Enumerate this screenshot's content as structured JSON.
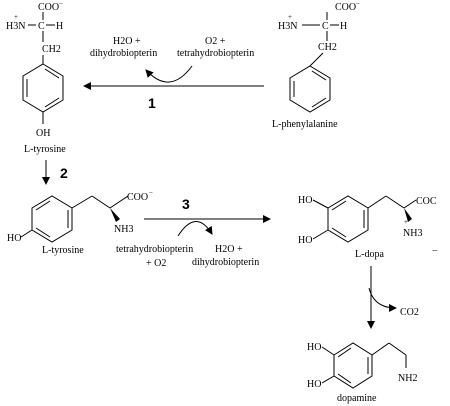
{
  "molecules": {
    "phenylalanine": {
      "coo": "COO",
      "coo_charge": "−",
      "h3n": "H3N",
      "h3n_charge": "+",
      "alpha_c": "C",
      "h": "H",
      "ch2": "CH2",
      "name": "L-phenylalanine"
    },
    "tyrosine_top": {
      "coo": "COO",
      "coo_charge": "−",
      "h2n": "H3N",
      "h2n_charge": "+",
      "alpha_c": "C",
      "h": "H",
      "ch2": "CH2",
      "oh": "OH",
      "name": "L-tyrosine"
    },
    "tyrosine_mid": {
      "coo": "COO",
      "coo_charge": "−",
      "nh3": "NH3",
      "nh3_charge": "+",
      "ho": "HO",
      "name": "L-tyrosine"
    },
    "ldopa": {
      "oh_top": "HO",
      "oh_bottom": "HO",
      "coc": "COC",
      "nh3": "NH3",
      "nh3_charge": "+",
      "minus": "−",
      "name": "L-dopa"
    },
    "dopamine": {
      "ho_top": "HO",
      "ho_bottom": "HO",
      "nh2": "NH2",
      "name": "dopamine"
    }
  },
  "reaction_1": {
    "step": "1",
    "left_top_a": "H2O +",
    "left_top_b": "dihydrobiopterin",
    "right_top_a": "O2 +",
    "right_top_b": "tetrahydrobiopterin"
  },
  "reaction_2": {
    "step": "2"
  },
  "reaction_3": {
    "step": "3",
    "bottom_left_a": "tetrahydrobiopterin",
    "bottom_left_b": "+ O2",
    "bottom_right_a": "H2O +",
    "bottom_right_b": "dihydrobiopterin"
  },
  "reaction_4": {
    "product": "CO2"
  }
}
